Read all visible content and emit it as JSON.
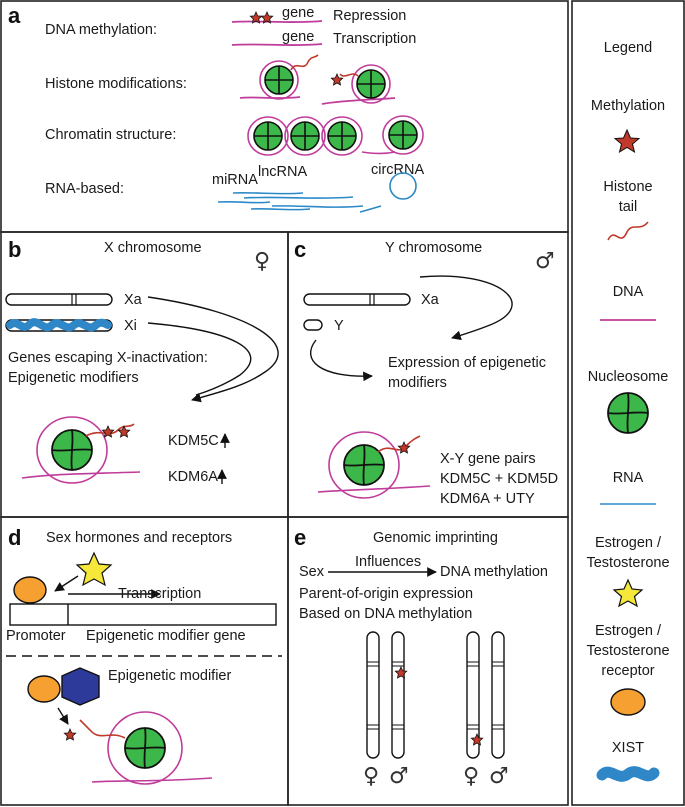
{
  "panel_a": {
    "letter": "a",
    "dna_methylation": "DNA methylation:",
    "histone_modifications": "Histone modifications:",
    "chromatin_structure": "Chromatin structure:",
    "rna_based": "RNA-based:",
    "gene_label_1": "gene",
    "gene_label_2": "gene",
    "repression": "Repression",
    "transcription": "Transcription",
    "mirna": "miRNA",
    "lncrna": "lncRNA",
    "circrna": "circRNA"
  },
  "panel_b": {
    "letter": "b",
    "title": "X chromosome",
    "symbol": "♀",
    "xa": "Xa",
    "xi": "Xi",
    "escaping_line1": "Genes escaping X-inactivation:",
    "escaping_line2": "Epigenetic modifiers",
    "kdm5c": "KDM5C",
    "kdm6a": "KDM6A"
  },
  "panel_c": {
    "letter": "c",
    "title": "Y chromosome",
    "symbol": "♂",
    "xa": "Xa",
    "y": "Y",
    "expression_line1": "Expression of epigenetic",
    "expression_line2": "modifiers",
    "pairs_title": "X-Y gene pairs",
    "pair1": "KDM5C + KDM5D",
    "pair2": "KDM6A + UTY"
  },
  "panel_d": {
    "letter": "d",
    "title": "Sex hormones and receptors",
    "transcription": "Transcription",
    "promoter": "Promoter",
    "gene": "Epigenetic modifier gene",
    "modifier": "Epigenetic modifier"
  },
  "panel_e": {
    "letter": "e",
    "title": "Genomic imprinting",
    "sex": "Sex",
    "influences": "Influences",
    "dna_methylation": "DNA methylation",
    "line1": "Parent-of-origin expression",
    "line2": "Based on DNA methylation",
    "female": "♀",
    "male": "♂"
  },
  "legend": {
    "title": "Legend",
    "methylation": "Methylation",
    "histone_line1": "Histone",
    "histone_line2": "tail",
    "dna": "DNA",
    "nucleosome": "Nucleosome",
    "rna": "RNA",
    "estrogen_line1": "Estrogen /",
    "estrogen_line2": "Testosterone",
    "receptor_line1": "Estrogen /",
    "receptor_line2": "Testosterone",
    "receptor_line3": "receptor",
    "xist": "XIST"
  },
  "colors": {
    "nucleosome_fill": "#3cb84a",
    "dna": "#c03c9b",
    "histone_tail": "#c0392b",
    "methylation_star": "#c0392b",
    "rna": "#2b89c8",
    "hormone_star": "#f5e83a",
    "receptor": "#f5a030",
    "modifier": "#2d3a9a",
    "xist": "#2f87c8"
  }
}
